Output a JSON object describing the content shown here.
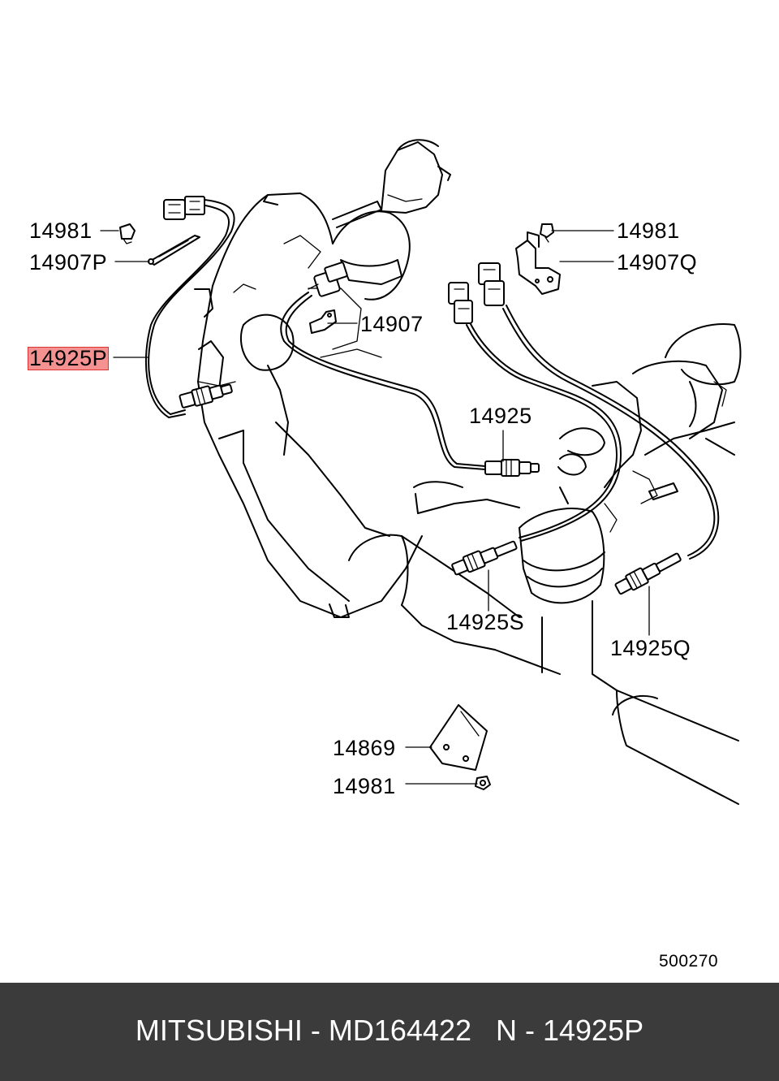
{
  "callouts": {
    "c14981_left": "14981",
    "c14907P": "14907P",
    "c14925P": "14925P",
    "c14981_right": "14981",
    "c14907Q": "14907Q",
    "c14907": "14907",
    "c14925": "14925",
    "c14925S": "14925S",
    "c14925Q": "14925Q",
    "c14869": "14869",
    "c14981_bottom": "14981"
  },
  "highlight_color": "#f06e6e",
  "drawing_code": "500270",
  "footer": {
    "text": "MITSUBISHI - MD164422   N - 14925P",
    "background": "#3b3b3b"
  }
}
